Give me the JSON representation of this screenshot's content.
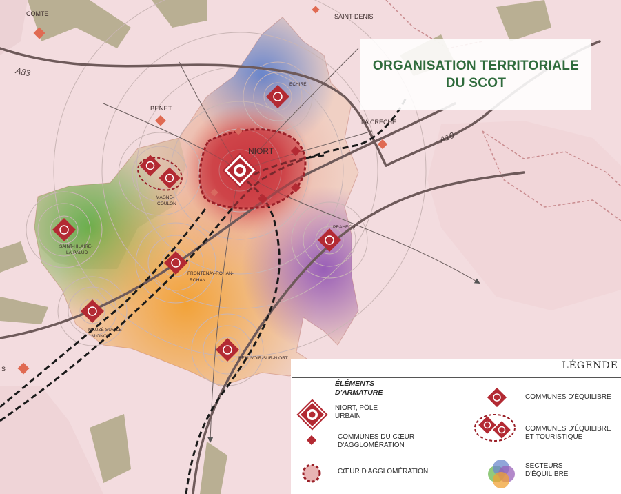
{
  "title": {
    "line1": "ORGANISATION TERRITORIALE",
    "line2": "DU SCOT"
  },
  "roads": {
    "a83": "A83",
    "a10": "A10"
  },
  "places": {
    "comte": "COMTE",
    "saint_denis": "SAINT-DENIS",
    "benet": "BENET",
    "echire": "ECHIRÉ",
    "la_creche": "LA CRÈCHE",
    "niort": "NIORT",
    "magne_coulon": [
      "MAGNÉ-",
      "COULON"
    ],
    "saint_hilaire": [
      "SAINT-HILAIRE-",
      "LA-PALUD"
    ],
    "prahecq": "PRAHECQ",
    "frontenay": [
      "FRONTENAY-ROHAN-",
      "ROHAN"
    ],
    "mauze": [
      "MAUZÉ-SUR-LE-",
      "MIGNON"
    ],
    "beauvoir": "BEAUVOIR-SUR-NIORT",
    "s_edge": "S"
  },
  "legend": {
    "title": "LÉGENDE",
    "section": [
      "ÉLÉMENTS",
      "D'ARMATURE"
    ],
    "niort_pole": [
      "NIORT, PÔLE",
      "URBAIN"
    ],
    "coeur_communes": [
      "COMMUNES DU CŒUR",
      "D'AGGLOMÉRATION"
    ],
    "coeur": "CŒUR D'AGGLOMÉRATION",
    "equilibre": "COMMUNES D'ÉQUILIBRE",
    "equilibre_tour": [
      "COMMUNES D'ÉQUILIBRE",
      "ET TOURISTIQUE"
    ],
    "secteurs": [
      "SECTEURS",
      "D'ÉQUILIBRE"
    ]
  },
  "colors": {
    "accent_red": "#b32a33",
    "title_green": "#2f6b3c",
    "sector_green": "#6cb850",
    "sector_orange": "#f0a234",
    "sector_purple": "#9a62b8",
    "sector_blue": "#6c88cc"
  },
  "icons": [
    "pole-urbain-icon",
    "commune-coeur-icon",
    "coeur-agglomeration-icon",
    "commune-equilibre-icon",
    "commune-touristique-icon",
    "secteurs-icon",
    "arrow-icon"
  ]
}
